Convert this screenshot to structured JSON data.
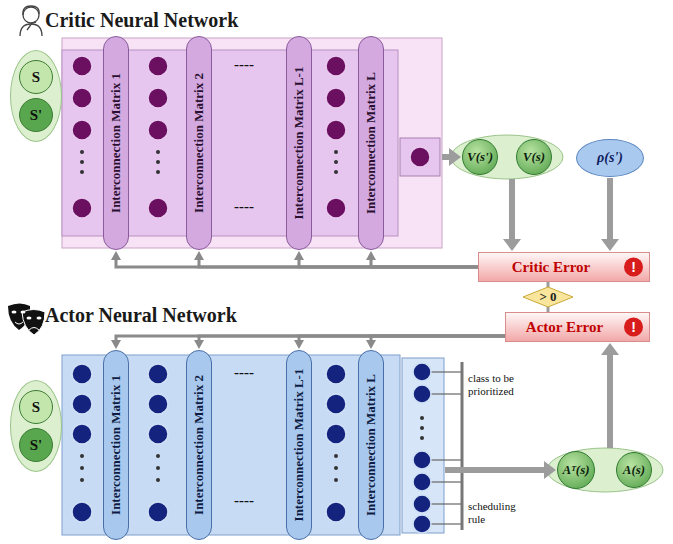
{
  "diagram": {
    "nodes": [
      {
        "text": [
          "Critic Neural Network"
        ]
      },
      {
        "text": [
          "S",
          "S'"
        ]
      },
      {
        "text": [
          "Interconnection Matrix 1"
        ],
        "in": 0
      },
      {
        "text": [
          "Interconnection Matrix 2"
        ],
        "in": 0
      },
      {
        "text": [
          "Interconnection Matrix L-1"
        ],
        "in": 0
      },
      {
        "text": [
          "Interconnection Matrix L"
        ],
        "in": 0
      },
      {
        "text": [
          "V(s')"
        ]
      },
      {
        "text": [
          "V(s)"
        ]
      },
      {
        "text": [
          "ρ(s')"
        ]
      },
      {
        "text": [
          "Critic Error",
          "!"
        ]
      },
      {
        "text": [
          "> 0"
        ]
      },
      {
        "text": [
          "Actor Error",
          "!"
        ]
      },
      {
        "text": [
          "Actor Neural Network"
        ]
      },
      {
        "text": [
          "S",
          "S'"
        ]
      },
      {
        "text": [
          "Interconnection Matrix 1"
        ],
        "in": 12
      },
      {
        "text": [
          "Interconnection Matrix 2"
        ],
        "in": 12
      },
      {
        "text": [
          "Interconnection Matrix L-1"
        ],
        "in": 12
      },
      {
        "text": [
          "Interconnection Matrix L"
        ],
        "in": 12
      },
      {
        "text": [
          "Aᵀ(s)"
        ]
      },
      {
        "text": [
          "A(s)"
        ]
      }
    ],
    "edges": [
      {
        "from": 0,
        "to": 6,
        "arrow": "to"
      },
      {
        "from": 7,
        "to": 9,
        "arrow": "to"
      },
      {
        "from": 8,
        "to": 9,
        "arrow": "to"
      },
      {
        "from": 9,
        "to": 2,
        "arrow": "to"
      },
      {
        "from": 9,
        "to": 3,
        "arrow": "to"
      },
      {
        "from": 9,
        "to": 4,
        "arrow": "to"
      },
      {
        "from": 9,
        "to": 5,
        "arrow": "to"
      },
      {
        "from": 9,
        "to": 10,
        "arrow": "none"
      },
      {
        "from": 10,
        "to": 11,
        "arrow": "none"
      },
      {
        "from": 11,
        "to": 14,
        "arrow": "to"
      },
      {
        "from": 11,
        "to": 15,
        "arrow": "to"
      },
      {
        "from": 11,
        "to": 16,
        "arrow": "to"
      },
      {
        "from": 11,
        "to": 17,
        "arrow": "to"
      },
      {
        "from": 12,
        "to": 18,
        "arrow": "to"
      },
      {
        "from": 19,
        "to": 11,
        "arrow": "to"
      }
    ],
    "labels": [
      "----",
      "----",
      "----",
      "----",
      "class to be prioritized",
      "scheduling rule"
    ]
  }
}
